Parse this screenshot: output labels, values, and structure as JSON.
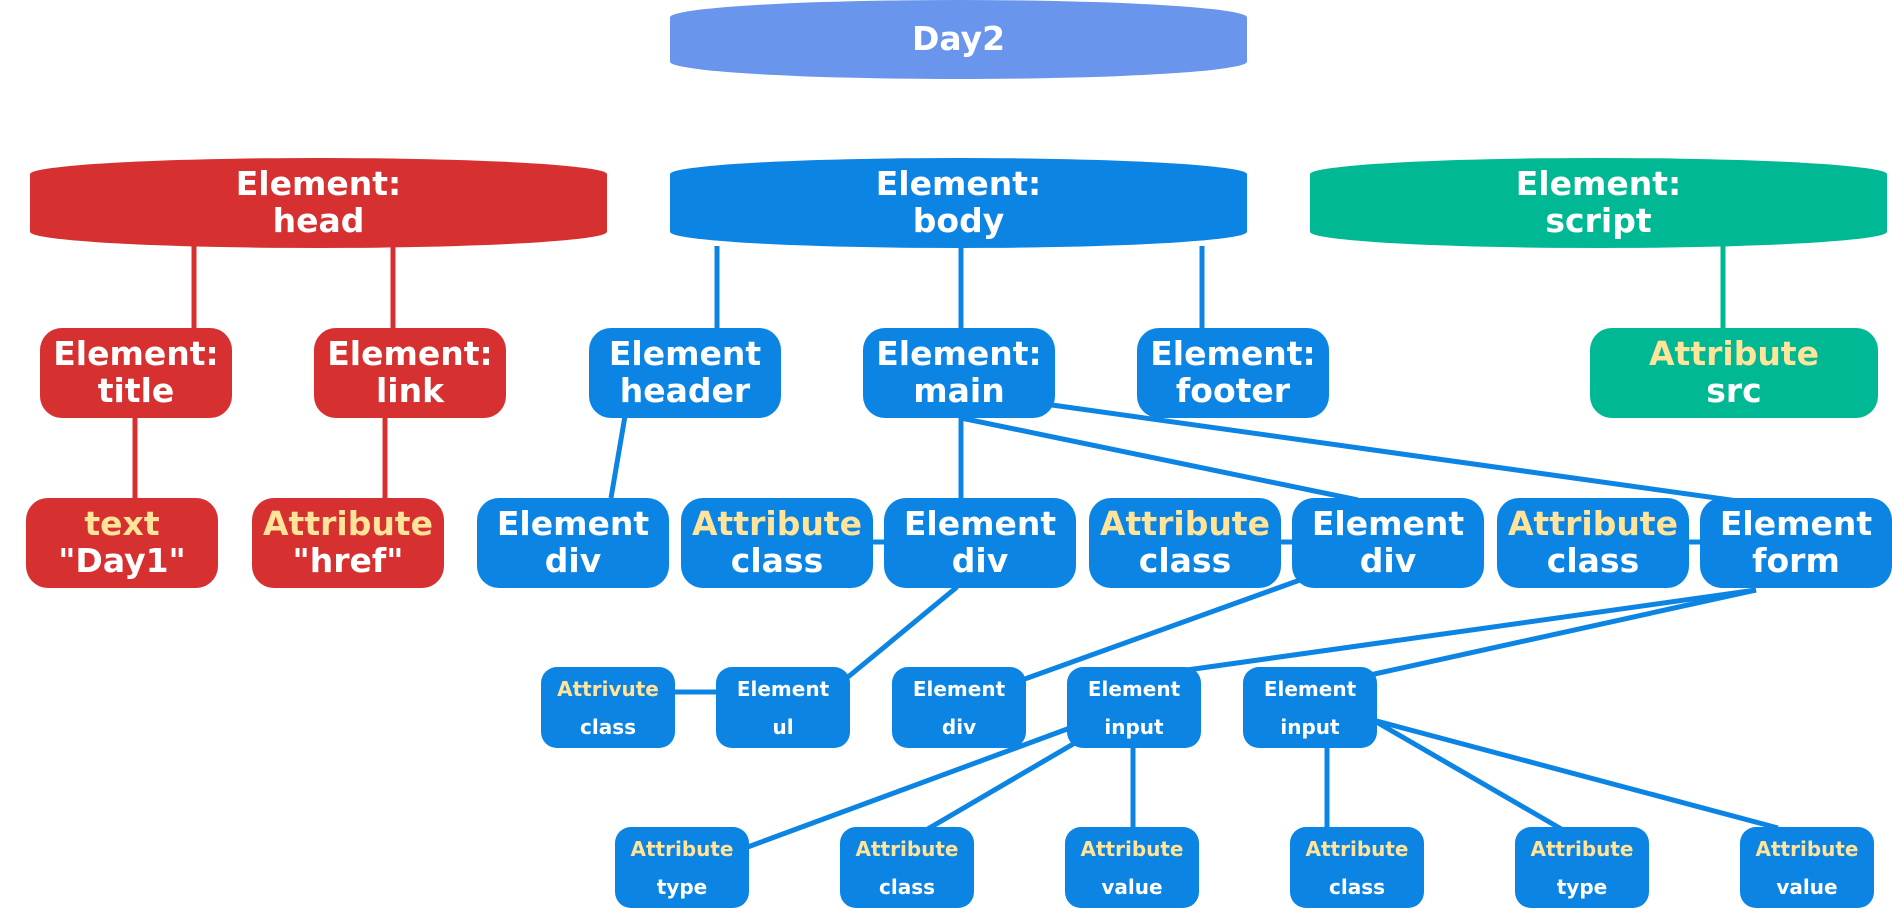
{
  "diagram": {
    "title": "Day2",
    "colors": {
      "head": "#d63031",
      "body": "#0c84e4",
      "script": "#00b894",
      "title": "#6995ec",
      "keyword": "#ffe49a"
    },
    "nodes": {
      "head": {
        "l1": "Element:",
        "l2": "head"
      },
      "body": {
        "l1": "Element:",
        "l2": "body"
      },
      "script": {
        "l1": "Element:",
        "l2": "script"
      },
      "title_el": {
        "l1": "Element:",
        "l2": "title"
      },
      "link_el": {
        "l1": "Element:",
        "l2": "link"
      },
      "header_el": {
        "l1": "Element",
        "l2": "header"
      },
      "main_el": {
        "l1": "Element:",
        "l2": "main"
      },
      "footer_el": {
        "l1": "Element:",
        "l2": "footer"
      },
      "src_attr": {
        "l1": "Attribute",
        "l2": "src"
      },
      "text_day1": {
        "l1": "text",
        "l2": "\"Day1\""
      },
      "href_attr": {
        "l1": "Attribute",
        "l2": "\"href\""
      },
      "div_a": {
        "l1": "Element",
        "l2": "div"
      },
      "class_a": {
        "l1": "Attribute",
        "l2": "class"
      },
      "div_b": {
        "l1": "Element",
        "l2": "div"
      },
      "class_b": {
        "l1": "Attribute",
        "l2": "class"
      },
      "div_c": {
        "l1": "Element",
        "l2": "div"
      },
      "class_c": {
        "l1": "Attribute",
        "l2": "class"
      },
      "form_el": {
        "l1": "Element",
        "l2": "form"
      },
      "class_ul": {
        "l1": "Attrivute",
        "l2": "class"
      },
      "ul_el": {
        "l1": "Element",
        "l2": "ul"
      },
      "div_d": {
        "l1": "Element",
        "l2": "div"
      },
      "input_a": {
        "l1": "Element",
        "l2": "input"
      },
      "input_b": {
        "l1": "Element",
        "l2": "input"
      },
      "type_a": {
        "l1": "Attribute",
        "l2": "type"
      },
      "class_d": {
        "l1": "Attribute",
        "l2": "class"
      },
      "value_a": {
        "l1": "Attribute",
        "l2": "value"
      },
      "class_e": {
        "l1": "Attribute",
        "l2": "class"
      },
      "type_b": {
        "l1": "Attribute",
        "l2": "type"
      },
      "value_b": {
        "l1": "Attribute",
        "l2": "value"
      }
    }
  }
}
